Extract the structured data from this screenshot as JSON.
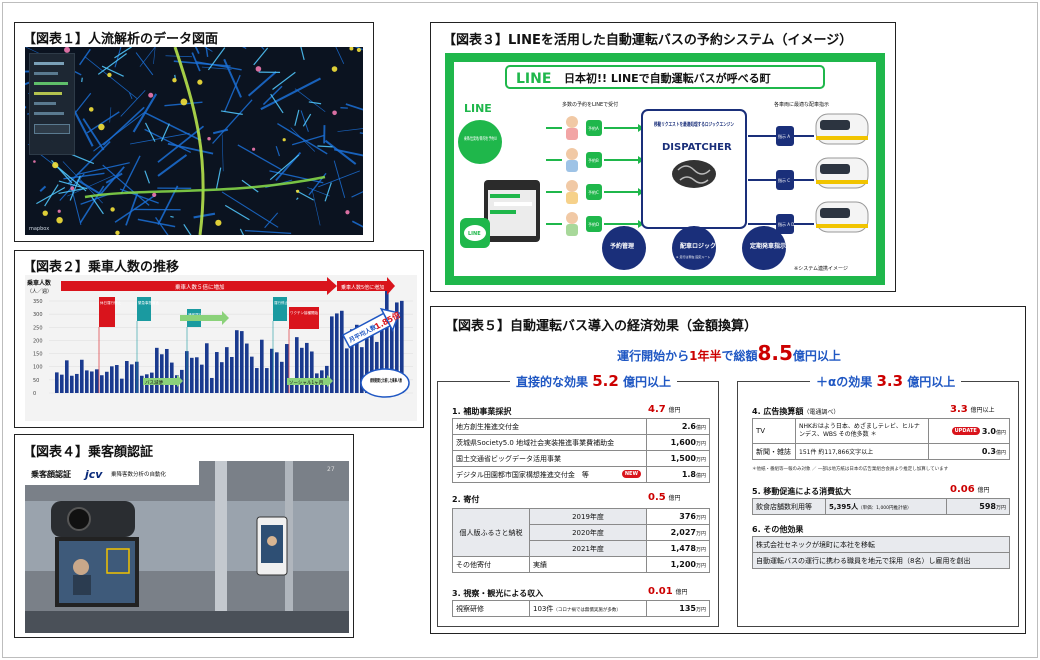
{
  "panel1": {
    "title": "【図表１】人流解析のデータ図面",
    "brand": "mapbox"
  },
  "panel2": {
    "title": "【図表２】乗車人数の推移",
    "ylabel": "乗車人数",
    "yunit": "（人／週）",
    "yticks": [
      "350",
      "300",
      "250",
      "200",
      "150",
      "100",
      "50",
      "0"
    ],
    "banner1": "乗車人数５倍に増加",
    "banner2": "乗車人数5倍に増加",
    "labels": [
      "休日運行停止",
      "緊急事態宣言",
      "通常運行",
      "運行停止",
      "ワクチン接種開始",
      "通常運行",
      "緊急事態宣言",
      "まん延防止等"
    ],
    "callout": "月平均人数",
    "multiplier": "1.85倍",
    "circle": "規制期間と比較した乗車人数",
    "bottom1": "バス減便",
    "bottom2": "ソーシャル1ヶ月"
  },
  "panel3": {
    "title": "【図表３】LINEを活用した自動運転バスの予約システム（イメージ）",
    "header_logo": "LINE",
    "header_text": "日本初!! LINEで自動運転バスが呼べる町",
    "line_label": "LINE",
    "app_text": "乗降/出発地/目的地 予約UI",
    "line_icon": "LINE",
    "col1_label": "多数の予約をLINEで受付",
    "col3_label": "各車両に最適な配車指示",
    "reservations": [
      "予約A",
      "予約B",
      "予約C",
      "予約D"
    ],
    "engine_text": "移動リクエストを最適処理するロジックエンジン",
    "dispatcher": "DISPATCHER",
    "circles": [
      "予約管理",
      "配車ロジック",
      "定期発車指示"
    ],
    "circle_sub": "※ 走行は現在 固定ルート",
    "orders": [
      "指示 A",
      "指示 C",
      "指示 A D"
    ],
    "note": "※システム連携イメージ"
  },
  "panel4": {
    "title": "【図表４】乗客顔認証",
    "banner_label": "乗客顔認証",
    "banner_logo": "jcv",
    "banner_text": "乗降客数分析の自動化",
    "corner": "27"
  },
  "panel5": {
    "title": "【図表５】自動運転バス導入の経済効果（金額換算）",
    "headline_pre": "運行開始から",
    "headline_mid": "1年半",
    "headline_mid2": "で総額",
    "headline_num": "8.5",
    "headline_post": "億円以上",
    "direct": {
      "label": "直接的な効果",
      "num": "5.2",
      "unit": "億円以上"
    },
    "plus": {
      "label": "＋αの効果",
      "num": "3.3",
      "unit": "億円以上"
    },
    "s1": {
      "title": "1. 補助事業採択",
      "amt": "4.7",
      "unit": "億円"
    },
    "s1rows": [
      {
        "name": "地方創生推進交付金",
        "val": "2.6",
        "u": "億円"
      },
      {
        "name": "茨城県Society5.0 地域社会実装推進事業費補助金",
        "val": "1,600",
        "u": "万円"
      },
      {
        "name": "国土交通省ビッグデータ活用事業",
        "val": "1,500",
        "u": "万円"
      },
      {
        "name": "デジタル田園都市国家構想推進交付金　等",
        "badge": "NEW",
        "val": "1.8",
        "u": "億円"
      }
    ],
    "s2": {
      "title": "2. 寄付",
      "amt": "0.5",
      "unit": "億円"
    },
    "s2group": "個人版ふるさと納税",
    "s2rows": [
      {
        "year": "2019年度",
        "val": "376",
        "u": "万円"
      },
      {
        "year": "2020年度",
        "val": "2,027",
        "u": "万円"
      },
      {
        "year": "2021年度",
        "val": "1,478",
        "u": "万円"
      }
    ],
    "s2other": {
      "name": "その他寄付",
      "sub": "実績",
      "val": "1,200",
      "u": "万円"
    },
    "s3": {
      "title": "3. 視察・観光による収入",
      "amt": "0.01",
      "unit": "億円"
    },
    "s3row": {
      "name": "視察研修",
      "sub": "103件",
      "subnote": "（コロナ禍では無償実施が多数）",
      "val": "135",
      "u": "万円"
    },
    "s4": {
      "title": "4. 広告換算額",
      "titlenote": "（電通調べ）",
      "amt": "3.3",
      "unit": "億円以上"
    },
    "s4tv": {
      "name": "TV",
      "text": "NHKおはよう日本、めざましテレビ、ヒルナンデス、WBS その他多数",
      "mark": "＊",
      "badge": "UPDATE",
      "val": "3.0",
      "u": "億円"
    },
    "s4news": {
      "name": "新聞・雑誌",
      "text": "151件 約117,866文字以上",
      "val": "0.3",
      "u": "億円"
    },
    "s4note": "＊他紙・番組等一報のみ対象 ／ 一部は地方紙は日本の広告業組合会員より推定し加算しています",
    "s5": {
      "title": "5. 移動促進による消費拡大",
      "amt": "0.06",
      "unit": "億円"
    },
    "s5row": {
      "name": "飲食店舗数利用等",
      "text": "5,395人",
      "textnote": "（単価：1,000円推計値）",
      "val": "598",
      "u": "万円"
    },
    "s6": {
      "title": "6. その他効果"
    },
    "s6rows": [
      "株式会社セネックが境町に本社を移転",
      "自動運転バスの運行に携わる職員を地元で採用（8名）し雇用を創出"
    ]
  }
}
